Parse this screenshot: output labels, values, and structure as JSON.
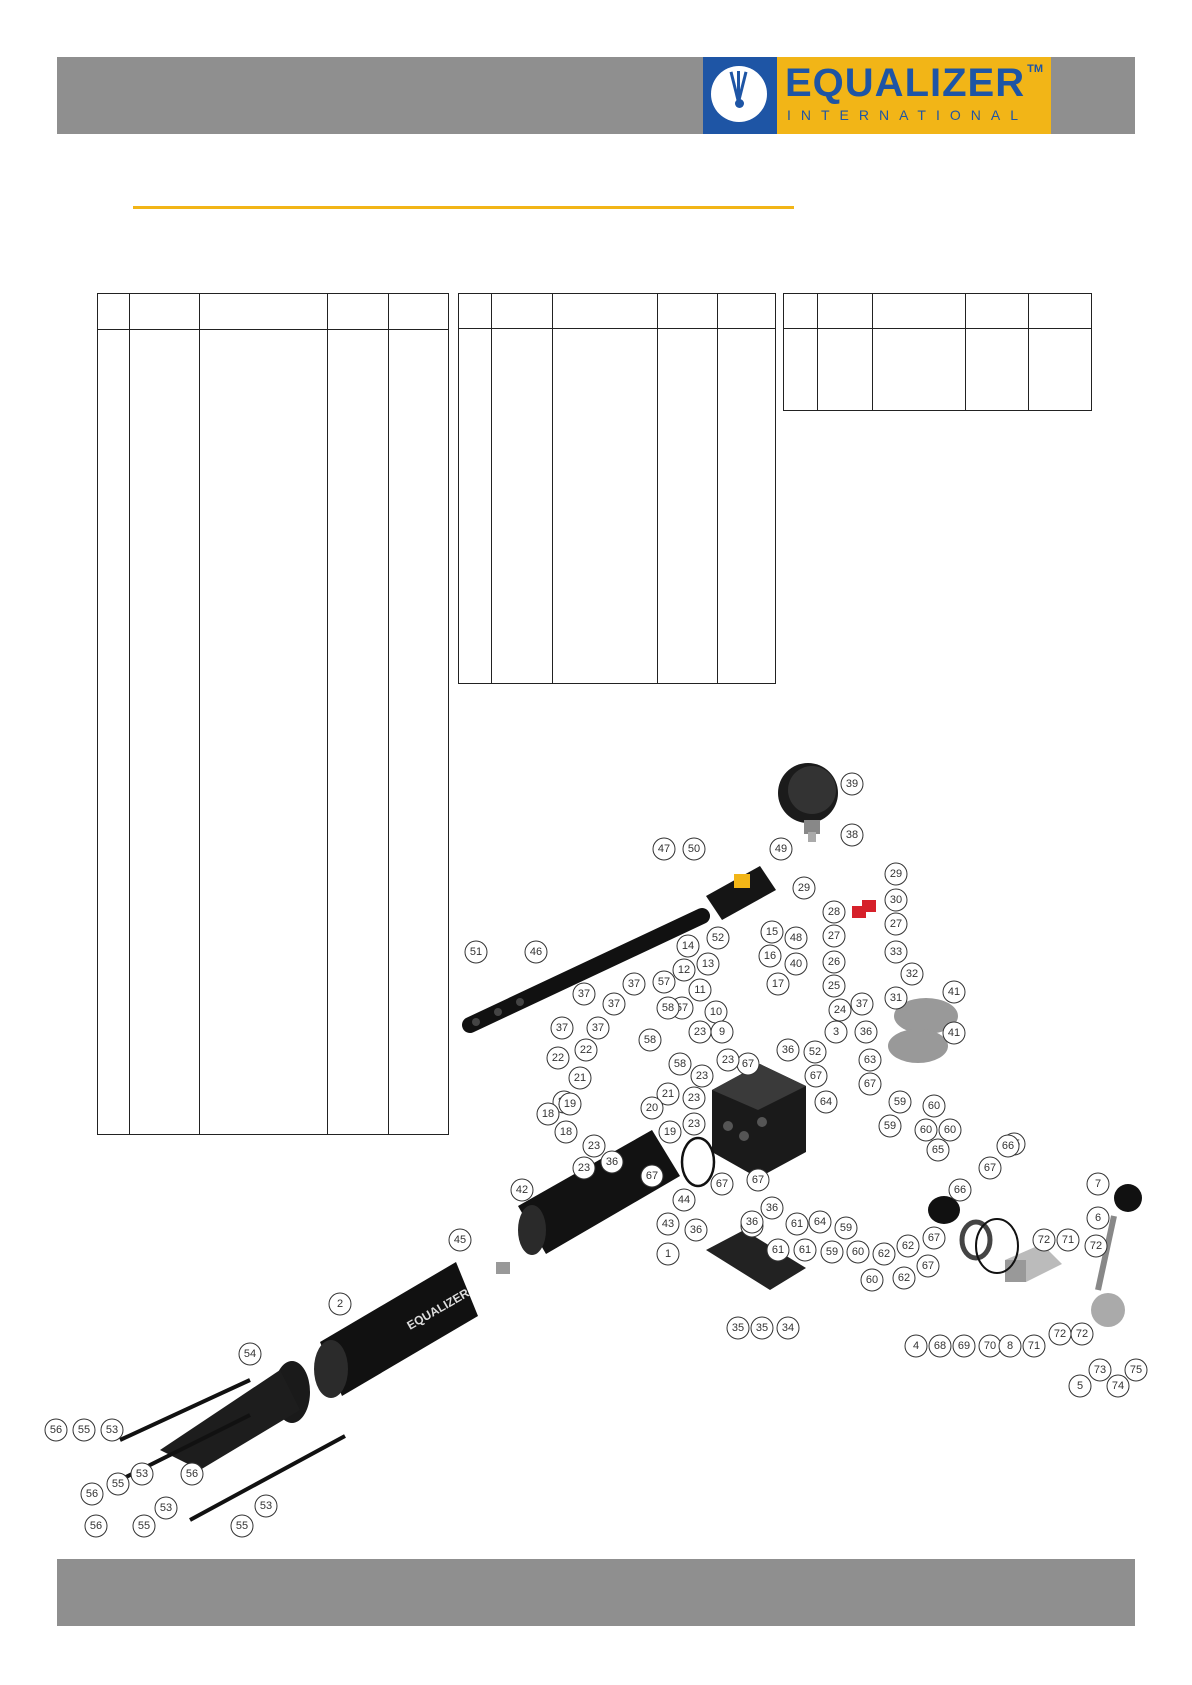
{
  "brand": {
    "name": "EQUALIZER",
    "sub": "INTERNATIONAL",
    "trademark": "TM",
    "accent": "#f2b517",
    "blue": "#1e55a5",
    "band": "#8f8f8f"
  },
  "cylinder_label": "EQUALIZER",
  "callouts": [
    "1",
    "2",
    "3",
    "4",
    "5",
    "6",
    "7",
    "8",
    "9",
    "10",
    "11",
    "12",
    "13",
    "14",
    "15",
    "16",
    "17",
    "18",
    "19",
    "20",
    "21",
    "22",
    "23",
    "24",
    "25",
    "26",
    "27",
    "28",
    "29",
    "30",
    "31",
    "32",
    "33",
    "34",
    "35",
    "36",
    "37",
    "38",
    "39",
    "40",
    "41",
    "42",
    "43",
    "44",
    "45",
    "46",
    "47",
    "48",
    "49",
    "50",
    "51",
    "52",
    "53",
    "54",
    "55",
    "56",
    "57",
    "58",
    "59",
    "60",
    "61",
    "62",
    "63",
    "64",
    "65",
    "66",
    "67",
    "68",
    "69",
    "70",
    "71",
    "72",
    "73",
    "74",
    "75"
  ]
}
